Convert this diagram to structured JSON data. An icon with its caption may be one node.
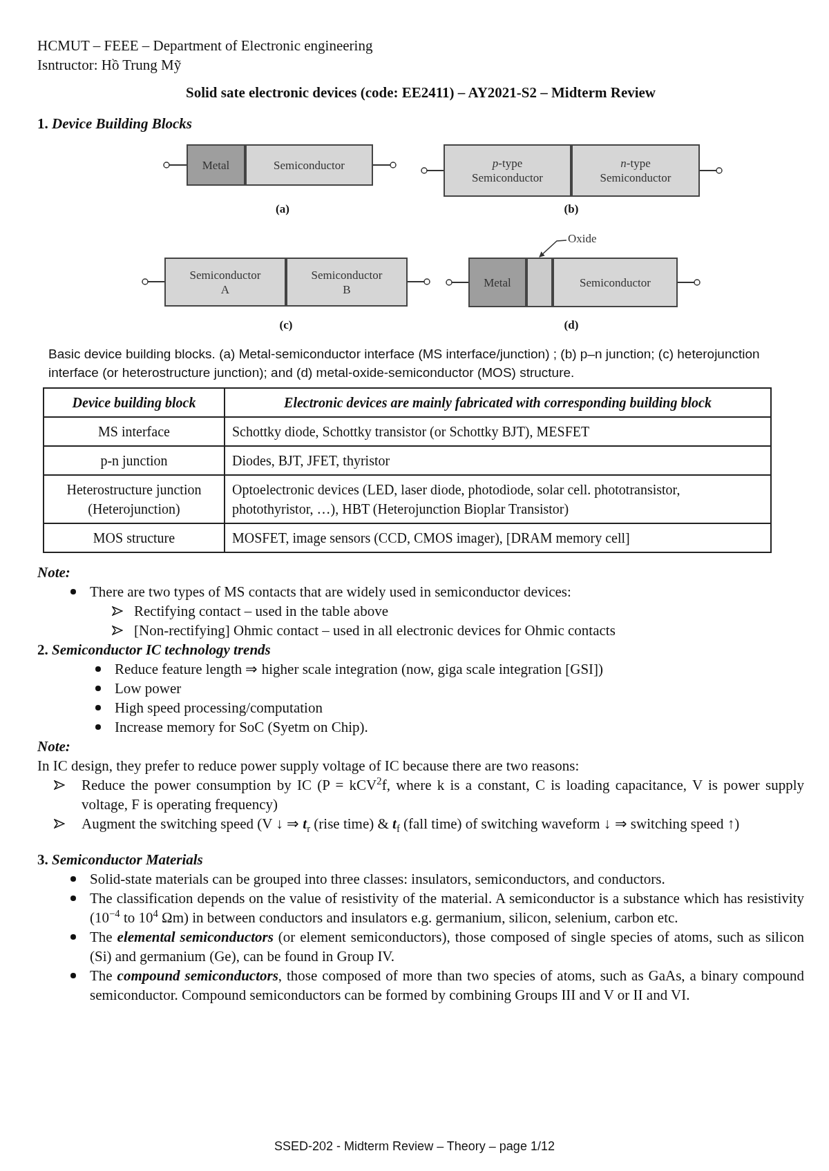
{
  "diagram": {
    "title": "Solid sate electronic devices (code: EE2411) –  AY2021-S2 – Midterm Review",
    "caption": "Basic device building blocks.  (a) Metal-semiconductor interface (MS interface/junction) ; (b) p–n junction; (c) heterojunction interface (or heterostructure junction); and (d) metal-oxide-semiconductor (MOS) structure.",
    "nodes": [
      {
        "text": [
          "Metal"
        ]
      },
      {
        "text": [
          "Semiconductor"
        ]
      },
      {
        "text": [
          "*p*-type Semiconductor"
        ]
      },
      {
        "text": [
          "*n*-type Semiconductor"
        ]
      },
      {
        "text": [
          "Semiconductor A"
        ]
      },
      {
        "text": [
          "Semiconductor B"
        ]
      },
      {
        "text": [
          "Oxide"
        ]
      },
      {
        "text": [
          "Metal"
        ]
      },
      {
        "text": [],
        "shape": "box"
      },
      {
        "text": [
          "Semiconductor"
        ]
      }
    ],
    "edges": [
      {
        "from": 6,
        "to": 8,
        "arrow": "to"
      }
    ],
    "labels": [
      "HCMUT – FEEE – Department of Electronic engineering",
      "Isntructor: Hồ Trung Mỹ",
      "1. *Device Building Blocks*",
      "(a)",
      "(b)",
      "(c)",
      "(d)",
      "Device building block",
      "Electronic devices are mainly fabricated with corresponding building block",
      "MS  interface",
      "Schottky diode, Schottky transistor (or Schottky BJT), MESFET",
      "p-n junction",
      "Diodes, BJT, JFET, thyristor",
      "Heterostructure junction (Heterojunction)",
      "Optoelectronic devices (LED, laser diode, photodiode, solar cell. phototransistor,  photothyristor, …), HBT (Heterojunction Bioplar Transistor)",
      "MOS structure",
      "MOSFET, image sensors (CCD, CMOS imager), [DRAM memory cell]",
      "Note:",
      "There are two types of MS contacts that are widely used in semiconductor devices:",
      "Rectifying contact – used in the table above",
      "[Non-rectifying] Ohmic contact – used in all electronic devices for Ohmic contacts",
      "2. *Semiconductor IC technology trends*",
      "Reduce feature length ⇒ higher scale integration (now, giga scale integration [GSI])",
      "Low power",
      "High speed processing/computation",
      "Increase memory for SoC (Syetm on Chip).",
      "Note:",
      "In IC design, they prefer to reduce power supply voltage of IC because there are two reasons:",
      "Reduce the power consumption by IC (P = kCV$^{2}$f, where  k is a constant,  C is loading capacitance, V is power supply voltage, F is operating frequency)",
      "Augment the switching speed (V ↓  ⇒  **t**$_{r}$ (rise time)  & **t**$_{f}$ (fall time) of switching waveform ↓ ⇒ switching speed ↑)",
      "3. *Semiconductor Materials*",
      "Solid-state materials can be grouped into three classes: insulators, semiconductors, and conductors.",
      "The classification depends on the value of resistivity of the material. A semiconductor is a substance which has resistivity (10$^{−4}$ to 10$^{4}$ Ωm) in between conductors and insulators e.g. germanium, silicon, selenium, carbon etc.",
      "The **elemental semiconductors** (or element semiconductors), those composed of single species of atoms, such as silicon (Si) and germanium (Ge), can be found in Group IV.",
      "The **compound semiconductors**, those composed of more than two species of atoms, such as GaAs, a binary compound semiconductor. Compound semiconductors can be formed by combining Groups III and V or II and VI.",
      "SSED-202 - Midterm Review – Theory  –  page 1/12"
    ]
  }
}
